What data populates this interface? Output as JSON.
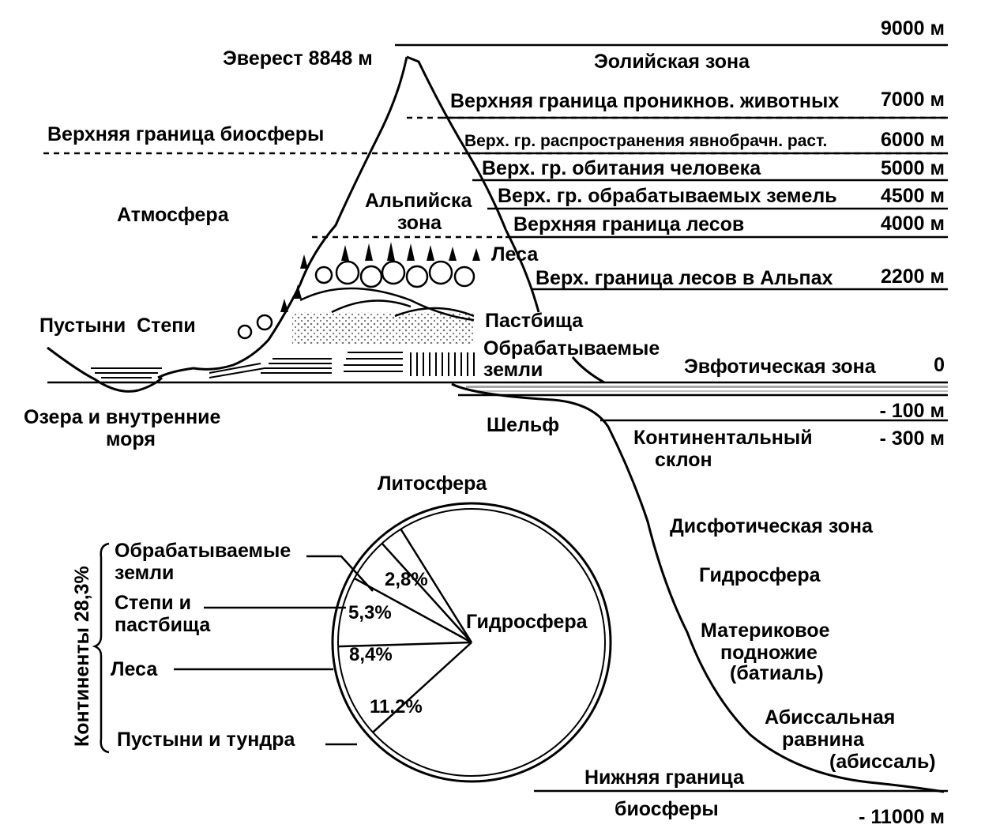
{
  "altitudes": {
    "m9000": "9000 м",
    "m7000": "7000 м",
    "m6000": "6000 м",
    "m5000": "5000 м",
    "m4500": "4500 м",
    "m4000": "4000 м",
    "m2200": "2200 м",
    "m0": "0",
    "m_100": "- 100 м",
    "m_300": "- 300 м",
    "m_11000": "- 11000 м"
  },
  "labels": {
    "everest": "Эверест 8848 м",
    "eolian_zone": "Эолийская зона",
    "animals_limit": "Верхняя граница проникнов. животных",
    "biosphere_upper": "Верхняя граница биосферы",
    "plants_limit": "Верх. гр. распространения явнобрачн. раст.",
    "human_limit": "Верх. гр. обитания человека",
    "cultivated_limit": "Верх. гр. обрабатываемых земель",
    "forest_limit": "Верхняя граница лесов",
    "atmosphere": "Атмосфера",
    "alpine_zone_1": "Альпийска",
    "alpine_zone_2": "зона",
    "forests": "Леса",
    "alps_forest_limit": "Верх. граница лесов в Альпах",
    "deserts_steppes": "Пустыни  Степи",
    "pastures": "Пастбища",
    "cultivated_1": "Обрабатываемые",
    "cultivated_2": "земли",
    "euphotic_zone": "Эвфотическая зона",
    "lakes_1": "Озера и внутренние",
    "lakes_2": "моря",
    "shelf": "Шельф",
    "cont_slope_1": "Континентальный",
    "cont_slope_2": "склон",
    "lithosphere": "Литосфера",
    "disphotic_zone": "Дисфотическая зона",
    "hydrosphere": "Гидросфера",
    "continental_rise_1": "Материковое",
    "continental_rise_2": "подножие",
    "continental_rise_3": "(батиаль)",
    "abyssal_1": "Абиссальная",
    "abyssal_2": "равнина",
    "abyssal_3": "(абиссаль)",
    "biosphere_lower_1": "Нижняя граница",
    "biosphere_lower_2": "биосферы"
  },
  "pie": {
    "continents": "Континенты 28,3%",
    "hydrosphere": "Гидросфера",
    "legend": {
      "cultivated_1": "Обрабатываемые",
      "cultivated_2": "земли",
      "steppes_1": "Степи и",
      "steppes_2": "пастбища",
      "forests": "Леса",
      "deserts": "Пустыни и тундра"
    },
    "slices": [
      {
        "name": "Обрабатываемые земли",
        "value": 2.8,
        "label": "2,8%"
      },
      {
        "name": "Степи и пастбища",
        "value": 5.3,
        "label": "5,3%"
      },
      {
        "name": "Леса",
        "value": 8.4,
        "label": "8,4%"
      },
      {
        "name": "Пустыни и тундра",
        "value": 11.2,
        "label": "11,2%"
      },
      {
        "name": "Гидросфера",
        "value": 71.7,
        "label": ""
      }
    ]
  }
}
